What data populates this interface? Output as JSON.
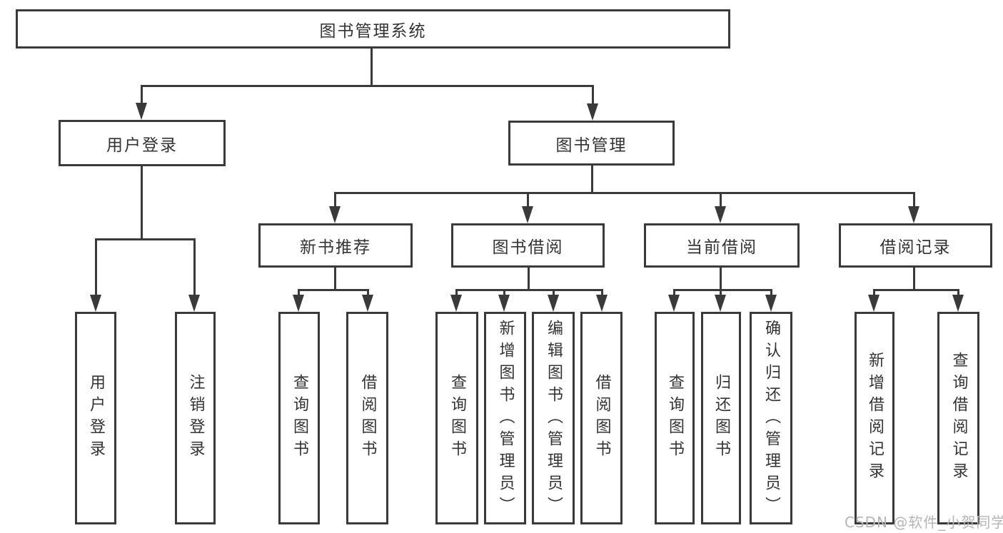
{
  "diagram_title": "图书管理系统",
  "watermark": {
    "text": "CSDN @软件_小贺同学",
    "color": "#b5b5b5"
  },
  "colors": {
    "background": "#ffffff",
    "line": "#3a3a3a",
    "box_border": "#3a3a3a",
    "box_fill": "#ffffff",
    "text": "#333333"
  },
  "tree": {
    "root": {
      "label": "图书管理系统",
      "children": [
        {
          "label": "用户登录",
          "children": [
            {
              "label": "用户登录"
            },
            {
              "label": "注销登录"
            }
          ]
        },
        {
          "label": "图书管理",
          "children": [
            {
              "label": "新书推荐",
              "children": [
                {
                  "label": "查询图书"
                },
                {
                  "label": "借阅图书"
                }
              ]
            },
            {
              "label": "图书借阅",
              "children": [
                {
                  "label": "查询图书"
                },
                {
                  "label": "新增图书（管理员）"
                },
                {
                  "label": "编辑图书（管理员）"
                },
                {
                  "label": "借阅图书"
                }
              ]
            },
            {
              "label": "当前借阅",
              "children": [
                {
                  "label": "查询图书"
                },
                {
                  "label": "归还图书"
                },
                {
                  "label": "确认归还（管理员）"
                }
              ]
            },
            {
              "label": "借阅记录",
              "children": [
                {
                  "label": "新增借阅记录"
                },
                {
                  "label": "查询借阅记录"
                }
              ]
            }
          ]
        }
      ]
    }
  }
}
